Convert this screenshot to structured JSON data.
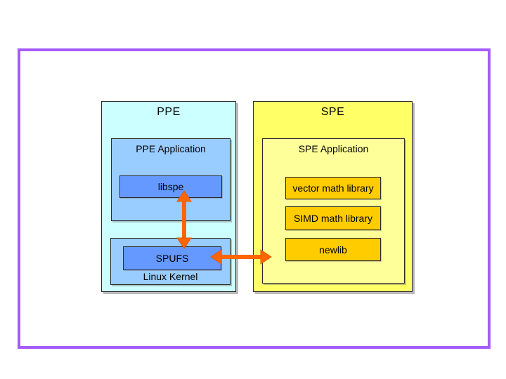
{
  "slide": {
    "background_color": "#FFFFFF",
    "frame_color": "#A55CFA"
  },
  "diagram": {
    "ppe": {
      "title": "PPE",
      "fill": "#CCFFFF",
      "application": {
        "title": "PPE Application",
        "fill": "#99CCFF",
        "children": [
          {
            "label": "libspe",
            "fill": "#6699FF"
          }
        ]
      },
      "kernel": {
        "title": "Linux Kernel",
        "fill": "#99CCFF",
        "children": [
          {
            "label": "SPUFS",
            "fill": "#6699FF"
          }
        ]
      }
    },
    "spe": {
      "title": "SPE",
      "fill": "#FFFF66",
      "application": {
        "title": "SPE Application",
        "fill": "#FFFF99",
        "children": [
          {
            "label": "vector math library",
            "fill": "#FFCC00"
          },
          {
            "label": "SIMD math library",
            "fill": "#FFCC00"
          },
          {
            "label": "newlib",
            "fill": "#FFCC00"
          }
        ]
      }
    },
    "arrows": {
      "color": "#FF6600",
      "edge_color": "#E05A00",
      "items": [
        {
          "name": "libspe-spufs",
          "orientation": "vertical",
          "bidirectional": true
        },
        {
          "name": "spufs-spe",
          "orientation": "horizontal",
          "bidirectional": true
        }
      ]
    }
  }
}
